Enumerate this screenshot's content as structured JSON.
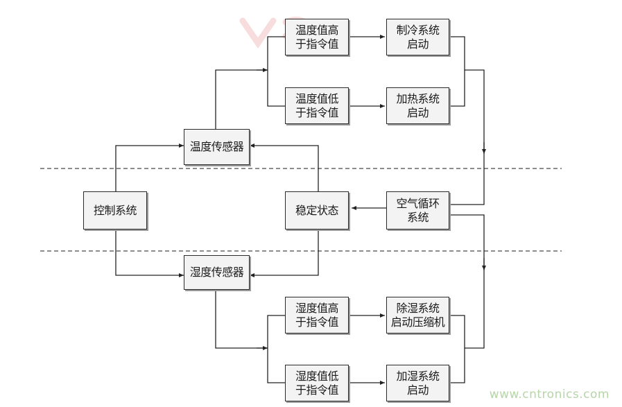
{
  "nodes": {
    "control_system": "控制系统",
    "temp_sensor": "温度传感器",
    "humidity_sensor": "湿度传感器",
    "stable_state": "稳定状态",
    "air_circulation": "空气循环\n系统",
    "temp_higher": "温度值高\n于指令值",
    "temp_lower": "温度值低\n于指令值",
    "cooling_start": "制冷系统\n启动",
    "heating_start": "加热系统\n启动",
    "humid_higher": "湿度值高\n于指令值",
    "humid_lower": "湿度值低\n于指令值",
    "dehumid_start": "除湿系统\n启动压缩机",
    "humidify_start": "加湿系统\n启动"
  },
  "watermark": "www.cntronics.com"
}
